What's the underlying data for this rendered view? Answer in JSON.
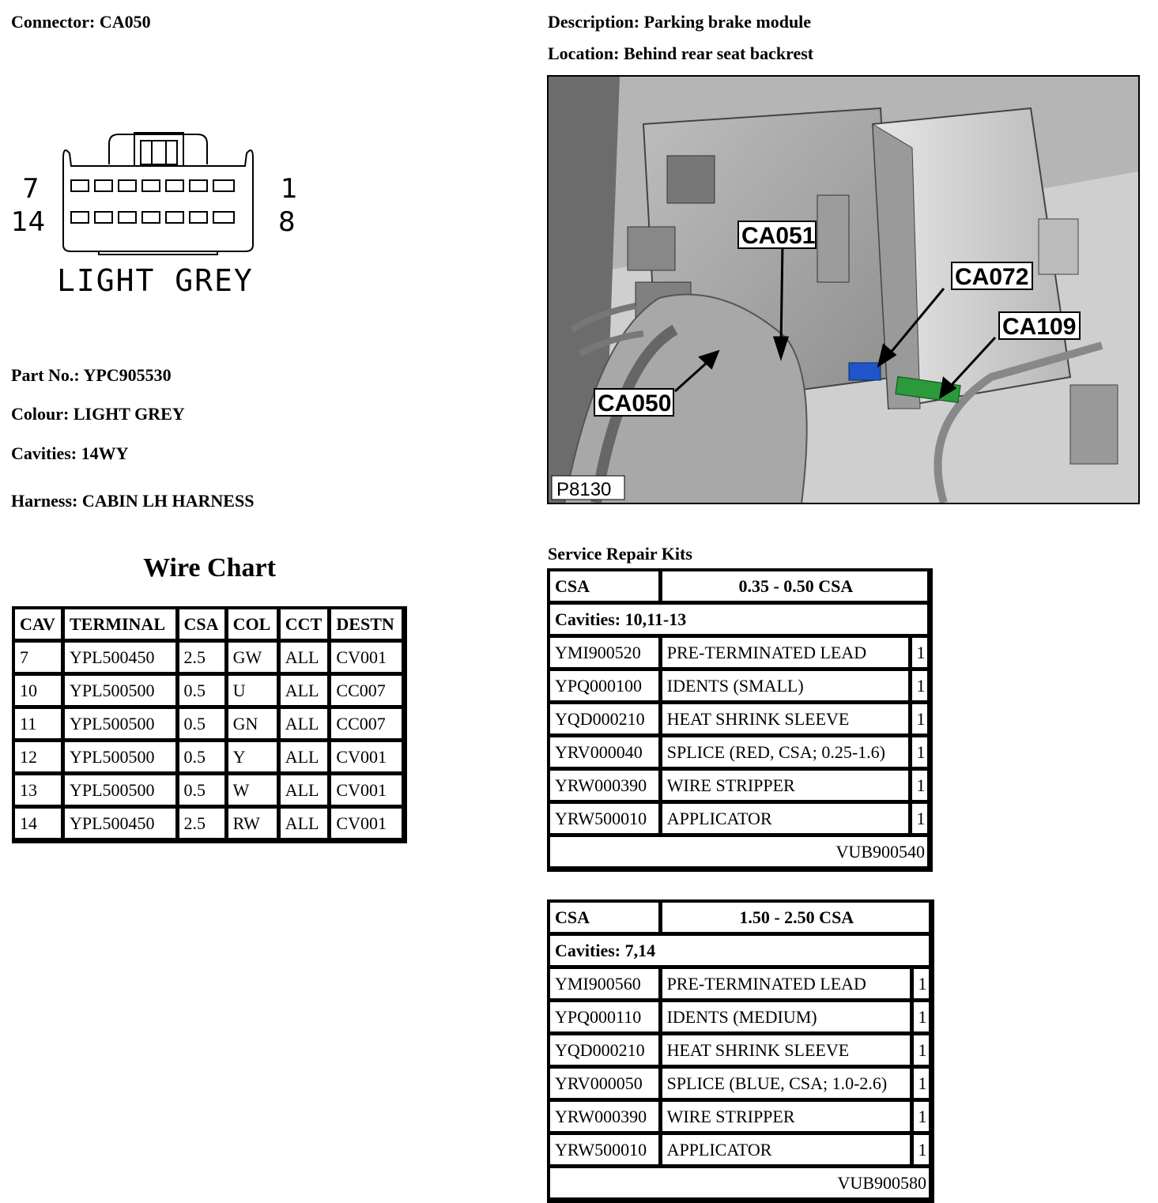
{
  "connector": {
    "label": "Connector:",
    "value": "CA050",
    "pin_top_left": "7",
    "pin_bottom_left": "14",
    "pin_top_right": "1",
    "pin_bottom_right": "8",
    "drawing_label": "LIGHT GREY"
  },
  "description": {
    "label": "Description:",
    "value": "Parking brake module"
  },
  "location": {
    "label": "Location:",
    "value": "Behind rear seat backrest"
  },
  "part_no": {
    "label": "Part No.:",
    "value": "YPC905530"
  },
  "colour": {
    "label": "Colour:",
    "value": "LIGHT GREY"
  },
  "cavities": {
    "label": "Cavities:",
    "value": "14WY"
  },
  "harness": {
    "label": "Harness:",
    "value": "CABIN LH HARNESS"
  },
  "photo": {
    "callouts": [
      "CA051",
      "CA072",
      "CA109",
      "CA050"
    ],
    "figure_id": "P8130"
  },
  "wire_chart": {
    "title": "Wire Chart",
    "headers": [
      "CAV",
      "TERMINAL",
      "CSA",
      "COL",
      "CCT",
      "DESTN"
    ],
    "rows": [
      [
        "7",
        "YPL500450",
        "2.5",
        "GW",
        "ALL",
        "CV001"
      ],
      [
        "10",
        "YPL500500",
        "0.5",
        "U",
        "ALL",
        "CC007"
      ],
      [
        "11",
        "YPL500500",
        "0.5",
        "GN",
        "ALL",
        "CC007"
      ],
      [
        "12",
        "YPL500500",
        "0.5",
        "Y",
        "ALL",
        "CV001"
      ],
      [
        "13",
        "YPL500500",
        "0.5",
        "W",
        "ALL",
        "CV001"
      ],
      [
        "14",
        "YPL500450",
        "2.5",
        "RW",
        "ALL",
        "CV001"
      ]
    ]
  },
  "service_kits": {
    "title": "Service Repair Kits",
    "kits": [
      {
        "csa_label": "CSA",
        "csa_value": "0.35 - 0.50 CSA",
        "cavities": "Cavities: 10,11-13",
        "items": [
          [
            "YMI900520",
            "PRE-TERMINATED LEAD",
            "1"
          ],
          [
            "YPQ000100",
            "IDENTS (SMALL)",
            "1"
          ],
          [
            "YQD000210",
            "HEAT SHRINK SLEEVE",
            "1"
          ],
          [
            "YRV000040",
            "SPLICE (RED, CSA; 0.25-1.6)",
            "1"
          ],
          [
            "YRW000390",
            "WIRE STRIPPER",
            "1"
          ],
          [
            "YRW500010",
            "APPLICATOR",
            "1"
          ]
        ],
        "kit_code": "VUB900540"
      },
      {
        "csa_label": "CSA",
        "csa_value": "1.50 - 2.50 CSA",
        "cavities": "Cavities: 7,14",
        "items": [
          [
            "YMI900560",
            "PRE-TERMINATED LEAD",
            "1"
          ],
          [
            "YPQ000110",
            "IDENTS (MEDIUM)",
            "1"
          ],
          [
            "YQD000210",
            "HEAT SHRINK SLEEVE",
            "1"
          ],
          [
            "YRV000050",
            "SPLICE (BLUE, CSA; 1.0-2.6)",
            "1"
          ],
          [
            "YRW000390",
            "WIRE STRIPPER",
            "1"
          ],
          [
            "YRW500010",
            "APPLICATOR",
            "1"
          ]
        ],
        "kit_code": "VUB900580"
      }
    ]
  },
  "colors": {
    "ink": "#000000",
    "photo_bg": "#d2d2d2",
    "blue_plug": "#1f55c8",
    "green_plug": "#2a9a3a"
  }
}
